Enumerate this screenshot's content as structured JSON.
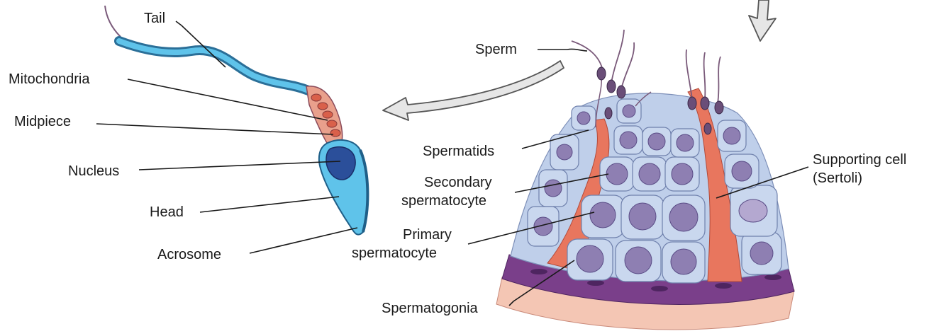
{
  "diagram": {
    "labels": {
      "tail": "Tail",
      "mitochondria": "Mitochondria",
      "midpiece": "Midpiece",
      "nucleus": "Nucleus",
      "head": "Head",
      "acrosome": "Acrosome",
      "sperm": "Sperm",
      "spermatids": "Spermatids",
      "secondary_line1": "Secondary",
      "secondary_line2": "spermatocyte",
      "primary_line1": "Primary",
      "primary_line2": "spermatocyte",
      "spermatogonia": "Spermatogonia",
      "supporting_line1": "Supporting cell",
      "supporting_line2": "(Sertoli)"
    },
    "colors": {
      "sperm_blue": "#4fb3e3",
      "midpiece_red": "#d9604a",
      "sertoli": "#e8765e",
      "cell_fill": "#c9d7ee",
      "nucleus_fill": "#8e7fb2",
      "basement": "#7a3f8a",
      "outer_pink": "#f4c6b4",
      "arrow_fill": "#e6e6e6"
    }
  }
}
